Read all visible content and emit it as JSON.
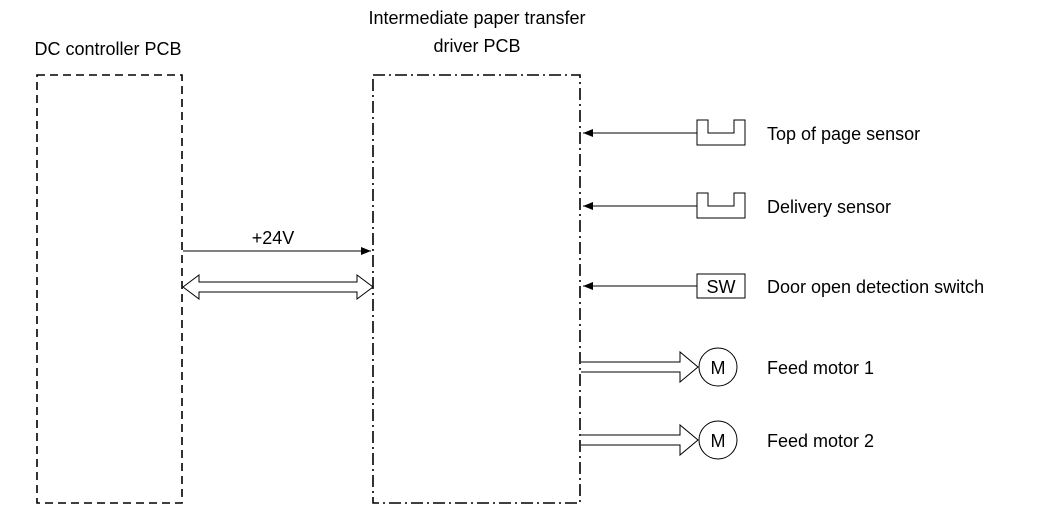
{
  "dc_controller": {
    "label": "DC controller PCB"
  },
  "transfer_driver": {
    "label_line1": "Intermediate paper transfer",
    "label_line2": "driver PCB"
  },
  "power_line": {
    "label": "+24V"
  },
  "inputs": [
    {
      "symbol": "",
      "label": "Top of page sensor",
      "icon": "photo-sensor-icon"
    },
    {
      "symbol": "",
      "label": "Delivery sensor",
      "icon": "photo-sensor-icon"
    },
    {
      "symbol": "SW",
      "label": "Door open detection switch",
      "icon": "switch-icon"
    }
  ],
  "outputs": [
    {
      "symbol": "M",
      "label": "Feed motor 1",
      "icon": "motor-icon"
    },
    {
      "symbol": "M",
      "label": "Feed motor 2",
      "icon": "motor-icon"
    }
  ]
}
